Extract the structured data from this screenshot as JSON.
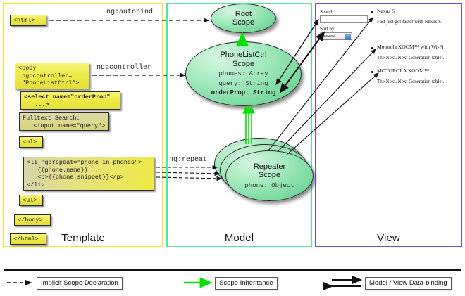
{
  "columns": {
    "template": {
      "label": "Template",
      "border_color": "#f2ea1c"
    },
    "model": {
      "label": "Model",
      "border_color": "#4de8a6"
    },
    "view": {
      "label": "View",
      "border_color": "#6c4de8"
    }
  },
  "template_code": {
    "html_open": "<html>",
    "body_open": "<body\n ng:controller=\n \"PhoneListCtrl\">",
    "select": "<select name=\"orderProp\"\n   ...>",
    "search": "Fulltext Search:\n   <input name=\"query\">",
    "ul_open": "<ul>",
    "li_repeat": "<li ng:repeat=\"phone in phones\">\n   {{phone.name}}\n   <p>{{phone.snippet}}</p>\n</li>",
    "ul_close": "<ul>",
    "body_close": "</body>",
    "html_close": "</html>"
  },
  "connectors": {
    "autobind": "ng:autobind",
    "controller": "ng:controller",
    "repeat": "ng:repeat"
  },
  "scopes": {
    "root": {
      "title_line1": "Root",
      "title_line2": "Scope"
    },
    "phonelistctrl": {
      "title_line1": "PhoneListCtrl",
      "title_line2": "Scope",
      "prop1": "phones: Array",
      "prop2": "query: String",
      "prop3": "orderProp: String"
    },
    "repeater": {
      "title_line1": "Repeater",
      "title_line2": "Scope",
      "prop1": "phone: Object"
    }
  },
  "view": {
    "search_label": "Search:",
    "search_value": "",
    "sort_label": "Sort by:",
    "sort_selected": "Newest",
    "sort_arrow": "↕",
    "phones": [
      {
        "name": "Nexus S",
        "snippet": "Fast just got faster with Nexus S."
      },
      {
        "name": "Motorola XOOM™  with Wi-Fi",
        "snippet": "The Next, Next Generation tablet."
      },
      {
        "name": "MOTOROLA XOOM™",
        "snippet": "The Next, Next Generation tablet."
      }
    ]
  },
  "legend": {
    "implicit": "Implicit Scope Declaration",
    "inheritance": "Scope Inheritance",
    "databinding": "Model / View Data-binding",
    "inheritance_color": "#00e000"
  }
}
